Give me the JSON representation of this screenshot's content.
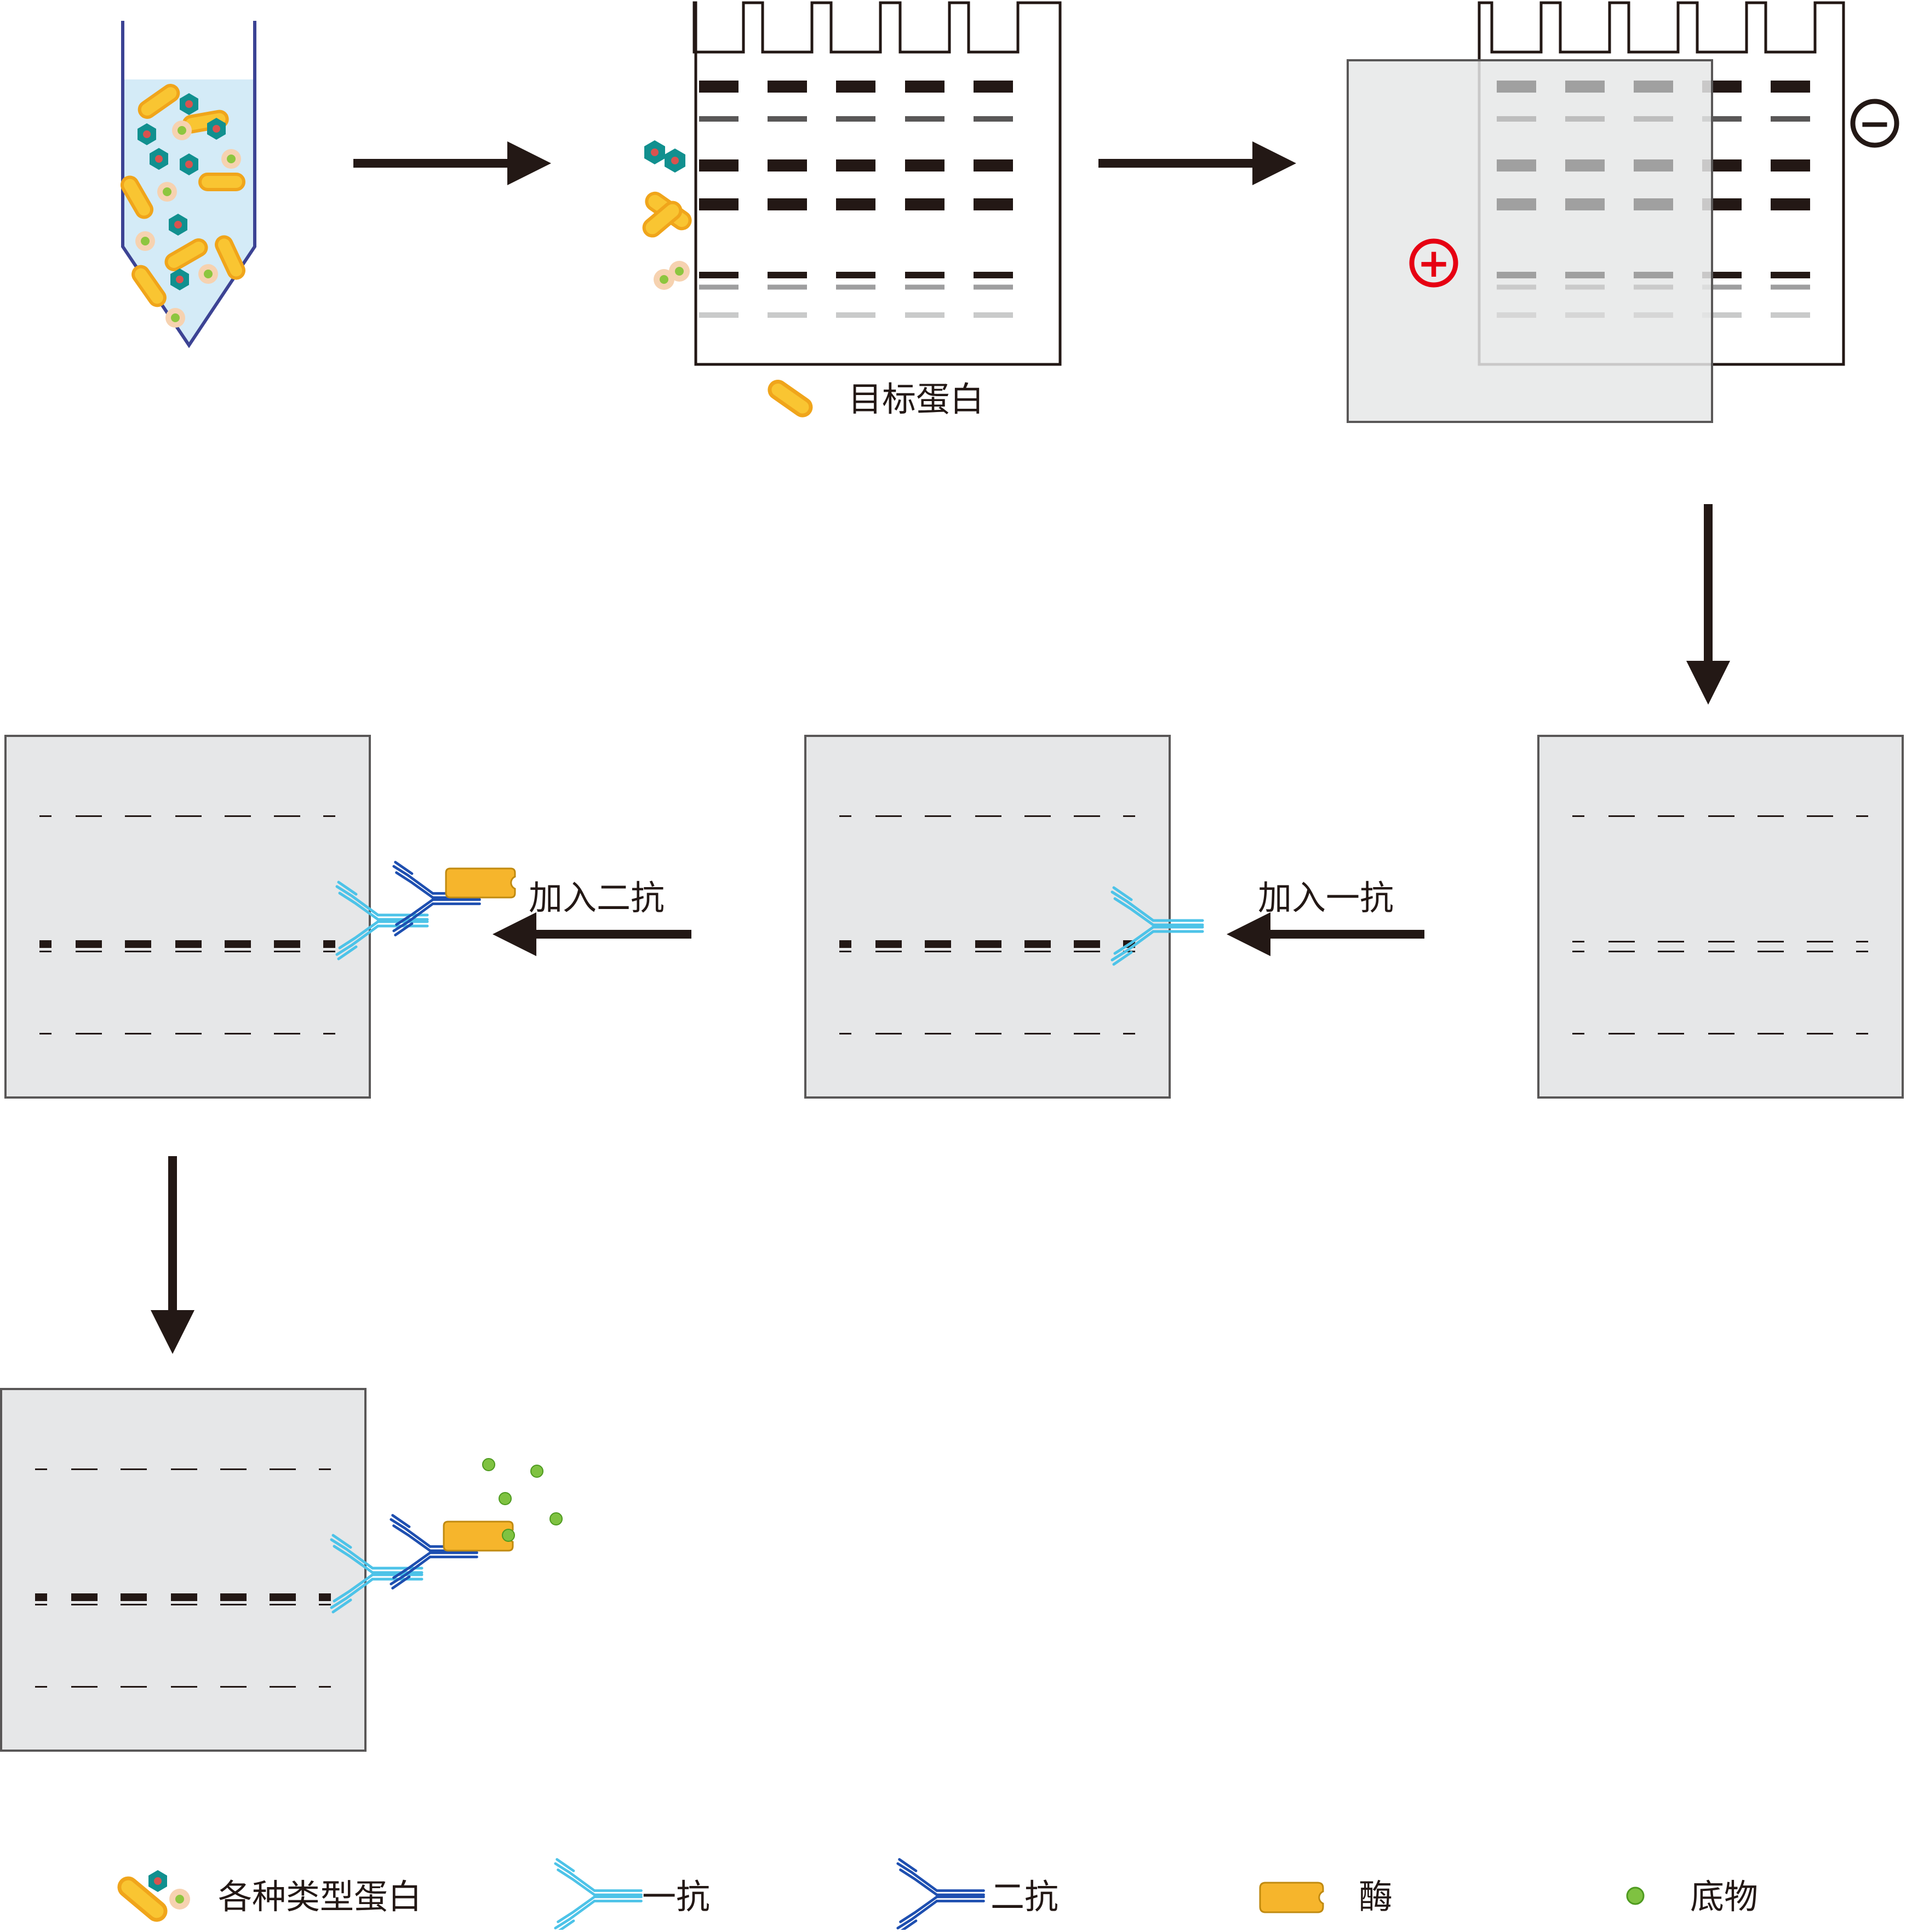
{
  "labels": {
    "target_protein": "目标蛋白",
    "add_primary": "加入一抗",
    "add_secondary": "加入二抗"
  },
  "legend": {
    "proteins": "各种类型蛋白",
    "primary_antibody": "一抗",
    "secondary_antibody": "二抗",
    "enzyme": "酶",
    "substrate": "底物"
  },
  "electrodes": {
    "positive": "+",
    "negative": "−"
  },
  "colors": {
    "arrow": "#231815",
    "band_dark": "#231815",
    "membrane": "#e6e7e8",
    "membrane_border": "#595757",
    "buffer": "#d4ebf7",
    "tube_outline": "#3c4394",
    "target_protein": "#f9c532",
    "target_protein_stroke": "#f0a51b",
    "hexagon_protein": "#11908f",
    "hexagon_core": "#d9534f",
    "round_protein": "#f6d2b0",
    "round_core": "#8dc63f",
    "primary_antibody": "#4dc3e8",
    "secondary_antibody": "#1e4fb0",
    "enzyme": "#f6b52c",
    "substrate": "#7fc241",
    "positive": "#e60012"
  },
  "gel_lane_count": 5,
  "membrane_lane_count": 7
}
